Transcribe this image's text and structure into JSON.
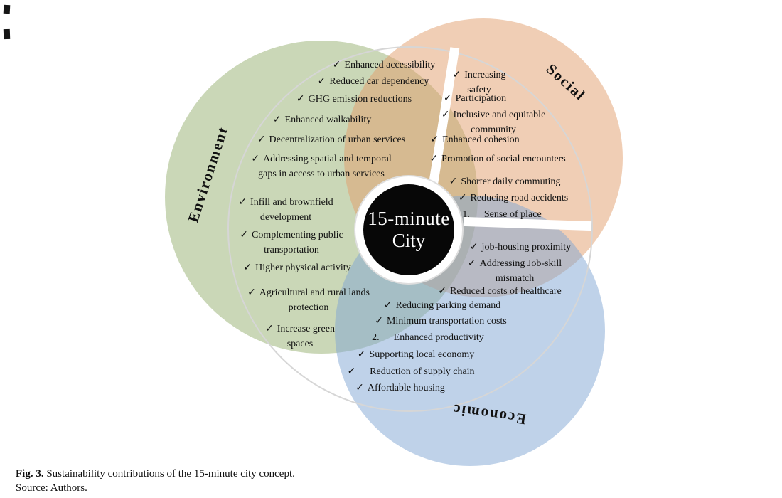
{
  "figure": {
    "center": {
      "line1": "15-minute",
      "line2": "City"
    },
    "caption_label": "Fig. 3.",
    "caption_text": "Sustainability contributions of the 15-minute city concept.",
    "caption_source": "Source: Authors."
  },
  "sets": {
    "environment": {
      "label": "Environment",
      "color": "#b7c9a0",
      "items": [
        {
          "marker": "✓",
          "text": "Enhanced accessibility"
        },
        {
          "marker": "✓",
          "text": "Reduced car dependency"
        },
        {
          "marker": "✓",
          "text": "GHG emission reductions"
        },
        {
          "marker": "✓",
          "text": "Enhanced walkability"
        },
        {
          "marker": "✓",
          "text": "Decentralization of urban services"
        },
        {
          "marker": "✓",
          "text": "Addressing spatial and temporal gaps in access to urban services"
        },
        {
          "marker": "✓",
          "text": "Infill and brownfield development"
        },
        {
          "marker": "✓",
          "text": "Complementing public transportation"
        },
        {
          "marker": "✓",
          "text": "Higher physical activity"
        },
        {
          "marker": "✓",
          "text": "Agricultural and rural lands protection"
        },
        {
          "marker": "✓",
          "text": "Increase green spaces"
        }
      ]
    },
    "social": {
      "label": "Social",
      "color": "#e7b48f",
      "items": [
        {
          "marker": "✓",
          "text": "Increasing safety"
        },
        {
          "marker": "✓",
          "text": "Participation"
        },
        {
          "marker": "✓",
          "text": "Inclusive and equitable community"
        },
        {
          "marker": "✓",
          "text": "Enhanced cohesion"
        },
        {
          "marker": "✓",
          "text": "Promotion of social encounters"
        },
        {
          "marker": "✓",
          "text": "Shorter daily commuting"
        },
        {
          "marker": "✓",
          "text": "Reducing road accidents"
        },
        {
          "marker": "1.",
          "text": "Sense of place"
        }
      ]
    },
    "economic": {
      "label": "Economic",
      "color": "#aac3de",
      "items": [
        {
          "marker": "✓",
          "text": "job-housing proximity"
        },
        {
          "marker": "✓",
          "text": "Addressing Job-skill mismatch"
        },
        {
          "marker": "✓",
          "text": "Reduced costs of healthcare"
        },
        {
          "marker": "✓",
          "text": "Reducing parking demand"
        },
        {
          "marker": "✓",
          "text": "Minimum transportation costs"
        },
        {
          "marker": "2.",
          "text": "Enhanced productivity"
        },
        {
          "marker": "✓",
          "text": "Supporting local economy"
        },
        {
          "marker": "✓",
          "text": "Reduction of supply chain"
        },
        {
          "marker": "✓",
          "text": "Affordable housing"
        }
      ]
    }
  }
}
